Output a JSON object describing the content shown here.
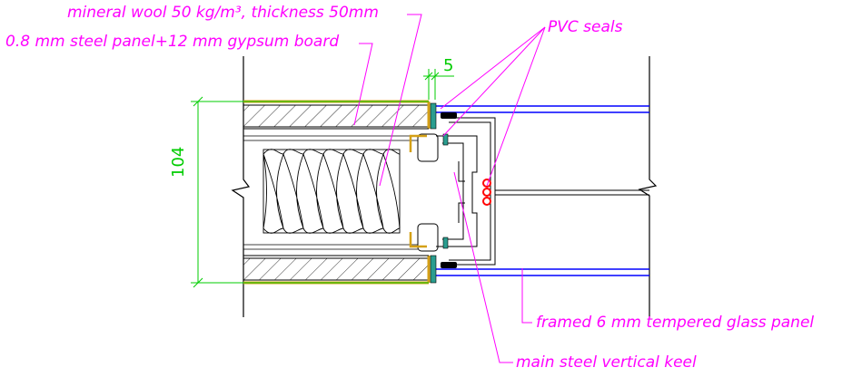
{
  "labels": {
    "mineral_wool": "mineral wool 50 kg/m³, thickness 50mm",
    "steel_panel": "0.8 mm steel panel+12 mm gypsum board",
    "pvc_seals": "PVC seals",
    "glass_panel": "framed 6 mm tempered glass panel",
    "keel": "main steel vertical keel"
  },
  "dimensions": {
    "gap": "5",
    "height": "104"
  },
  "colors": {
    "leader": "#ff00ff",
    "dimension": "#00cc00",
    "glass": "#0000ff",
    "panel_edge": "#d4a017",
    "seal": "#ff0000",
    "outline": "#000000"
  }
}
